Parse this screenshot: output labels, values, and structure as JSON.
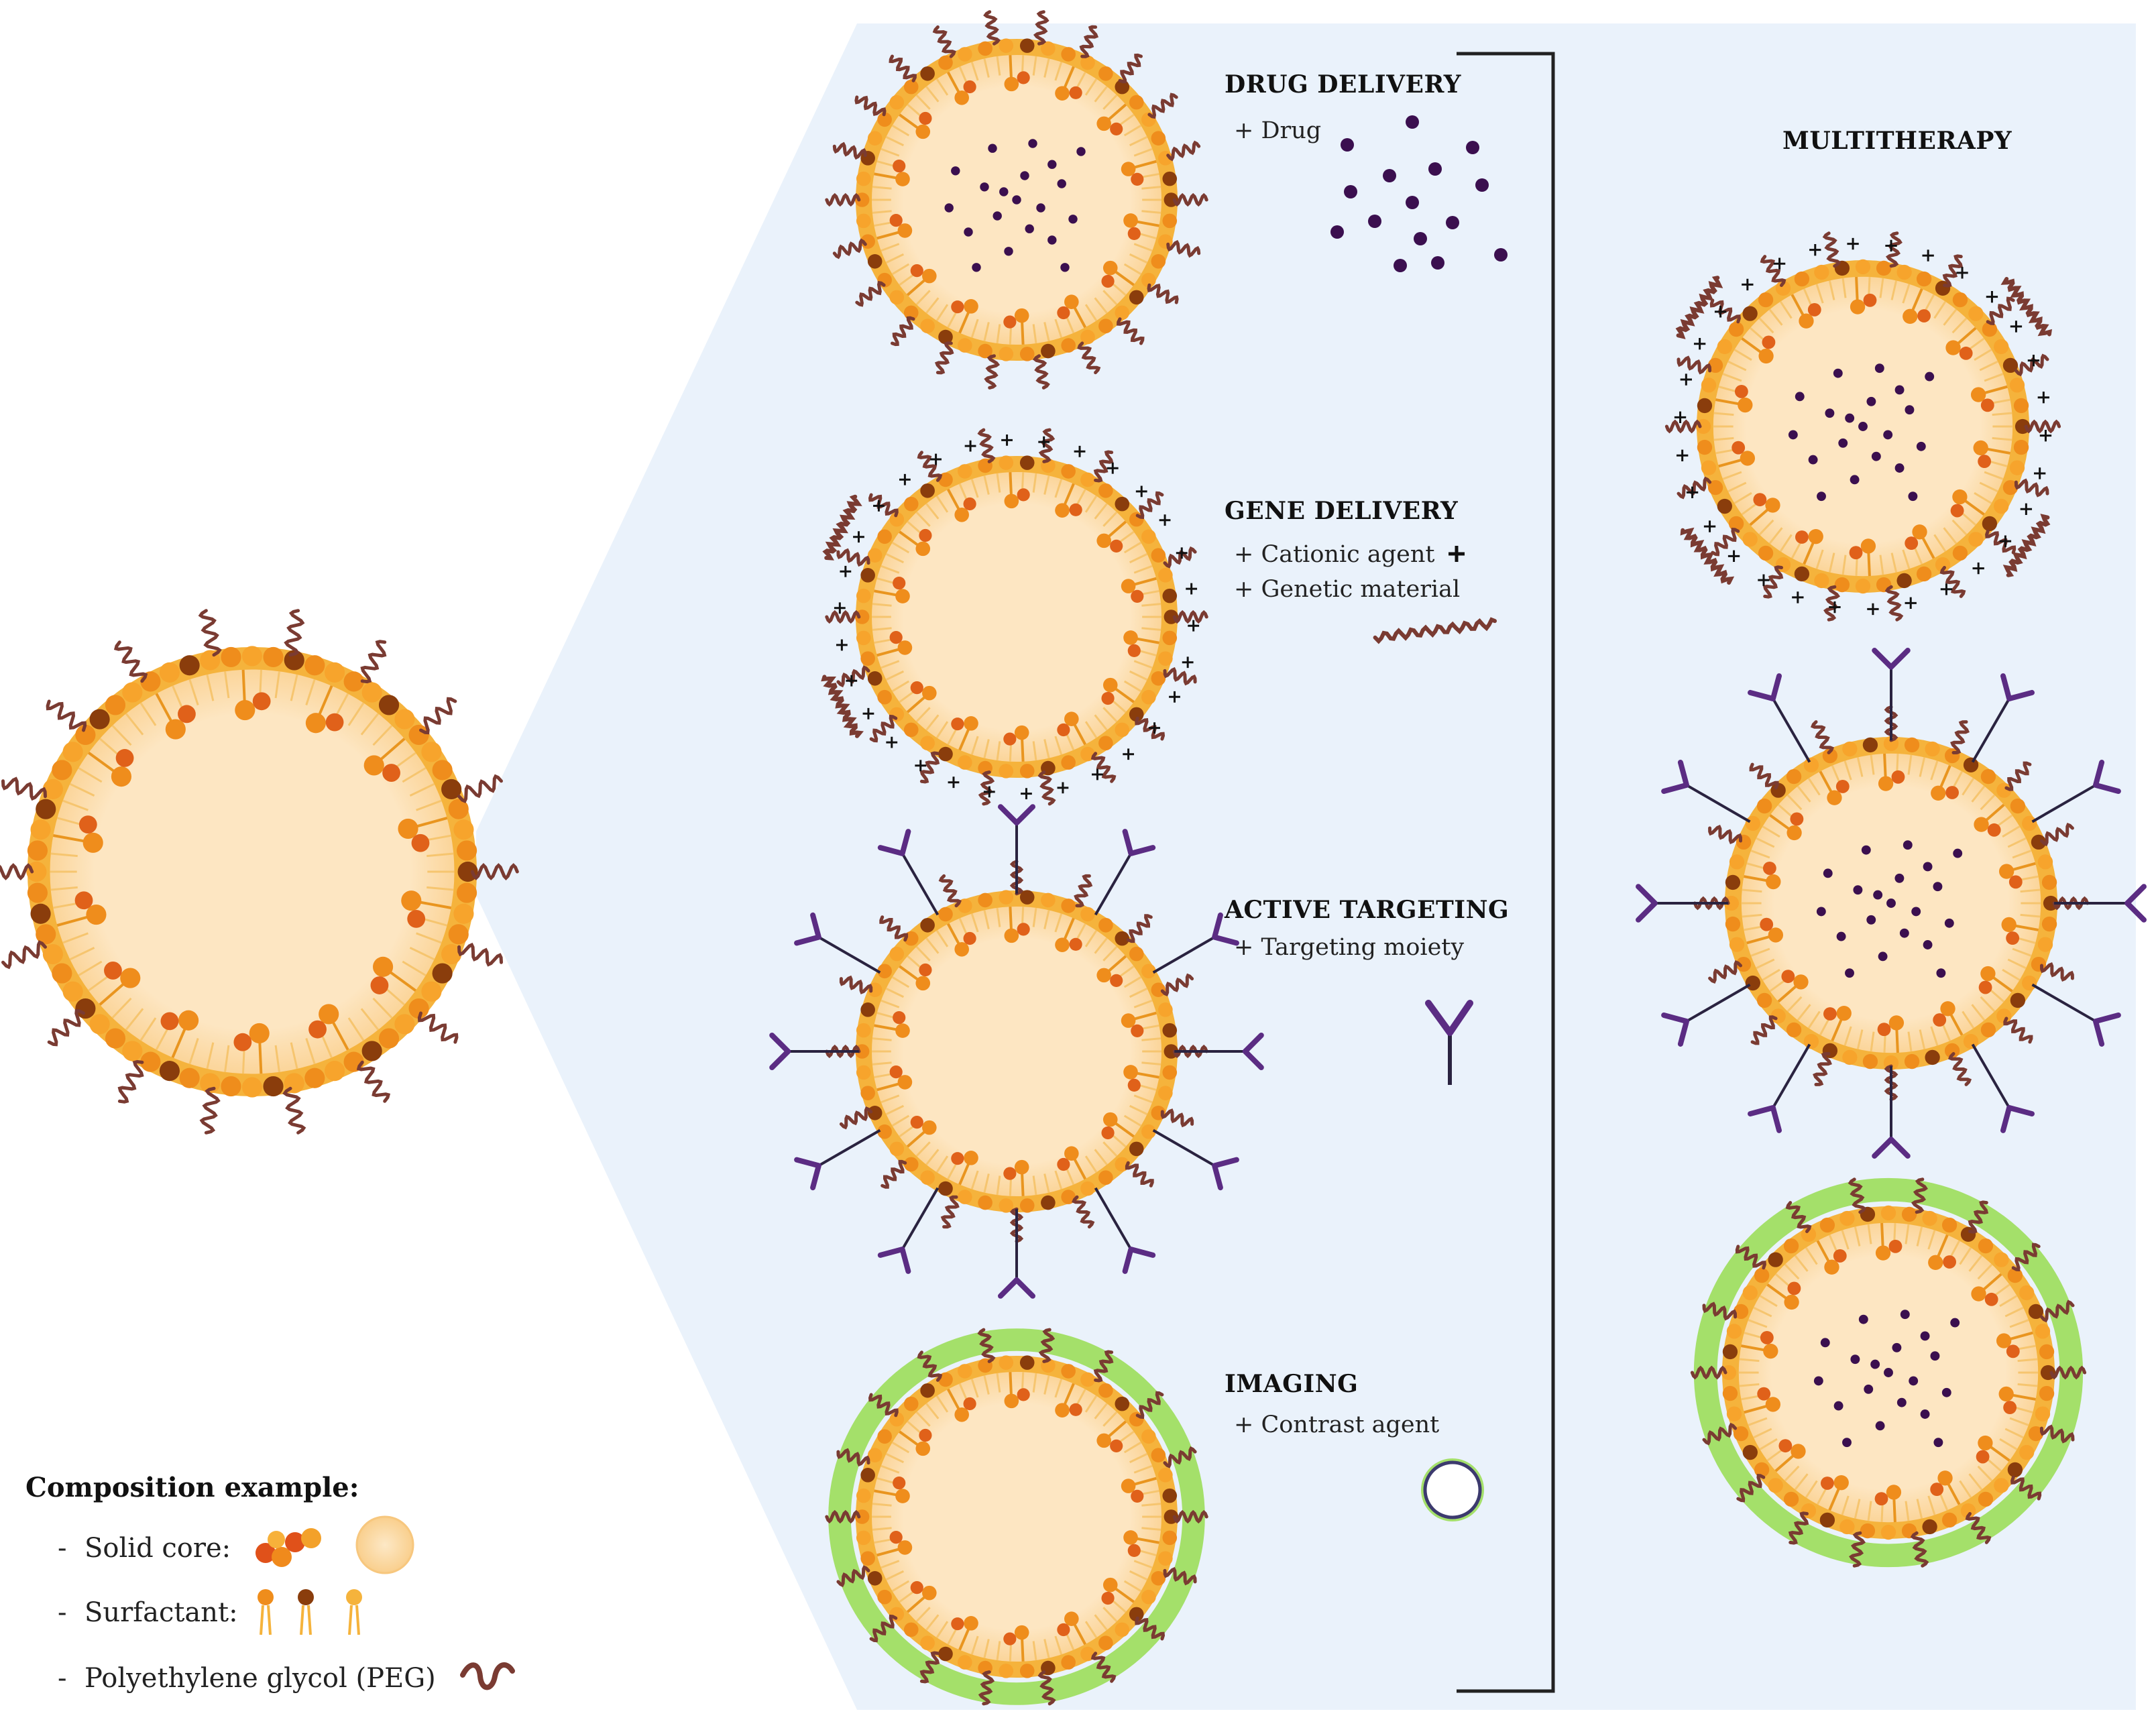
{
  "sections": {
    "drug_delivery": {
      "title": "DRUG DELIVERY",
      "items": [
        "+ Drug"
      ]
    },
    "gene_delivery": {
      "title": "GENE DELIVERY",
      "items": [
        "+ Cationic agent",
        "+ Genetic material"
      ]
    },
    "active_targeting": {
      "title": "ACTIVE TARGETING",
      "items": [
        "+ Targeting moiety"
      ]
    },
    "imaging": {
      "title": "IMAGING",
      "items": [
        "+ Contrast agent"
      ]
    },
    "multitherapy": {
      "title": "MULTITHERAPY"
    }
  },
  "legend": {
    "title": "Composition example:",
    "items": [
      {
        "bullet": "-",
        "label": "Solid core:"
      },
      {
        "bullet": "-",
        "label": "Surfactant:"
      },
      {
        "bullet": "-",
        "label": "Polyethylene glycol (PEG)"
      }
    ]
  },
  "colors": {
    "panel_bg": "#eaf2fb",
    "core": "#fde8c4",
    "shell": "#f5b33c",
    "surfactant_head": "#ef8d1c",
    "surfactant_dark": "#8a3d0c",
    "peg": "#7a3b32",
    "drug": "#3b0f4f",
    "antibody": "#5b2c83",
    "imaging_ring": "#a4e06a",
    "bracket": "#222222"
  },
  "icons": [
    "peg-icon",
    "surfactant-icon",
    "drug-icon",
    "antibody-icon",
    "cation-icon",
    "dna-icon",
    "contrast-agent-icon"
  ]
}
